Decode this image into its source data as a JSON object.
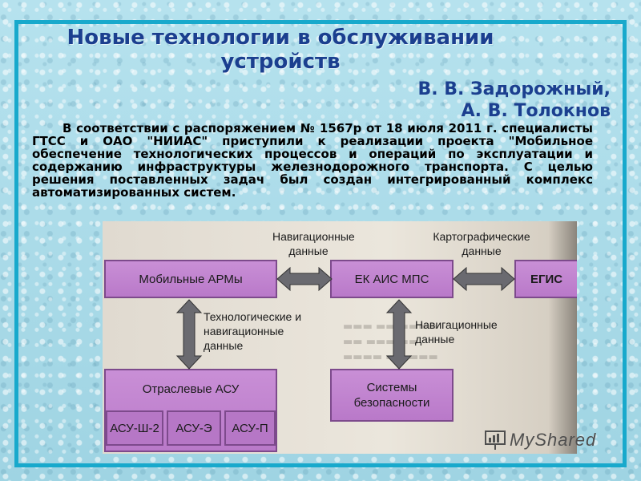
{
  "slide": {
    "title": "Новые технологии в обслуживании устройств",
    "authors": [
      "В. В. Задорожный,",
      "А. В. Толокнов"
    ],
    "paragraph": "В соответствии с распоряжением № 1567р от 18 июля 2011 г. специалисты ГТСС и ОАО \"НИИАС\" приступили к реализации проекта \"Мобильное обеспечение технологических процессов и операций по эксплуатации и содержанию инфраструктуры железнодорожного транспорта. С целью решения поставленных задач был создан интегрированный комплекс автоматизированных систем."
  },
  "diagram": {
    "boxes": {
      "mobile_arm": "Мобильные АРМы",
      "ek_ais": "ЕК АИС МПС",
      "egis": "ЕГИС",
      "otraslevye": "Отраслевые АСУ",
      "asu_sh2": "АСУ-Ш-2",
      "asu_e": "АСУ-Э",
      "asu_p": "АСУ-П",
      "security": "Системы безопасности"
    },
    "labels": {
      "nav_data_top": "Навигационные данные",
      "carto_data": "Картографические данные",
      "tech_nav_data": "Технологические и навигационные данные",
      "nav_data_right": "Навигационные данные"
    }
  },
  "watermark": {
    "brand": "MyShared"
  },
  "colors": {
    "frame": "#18a9cc",
    "title": "#1b3f8f",
    "box_fill": "#c98fd6",
    "box_border": "#7d4a8c"
  }
}
